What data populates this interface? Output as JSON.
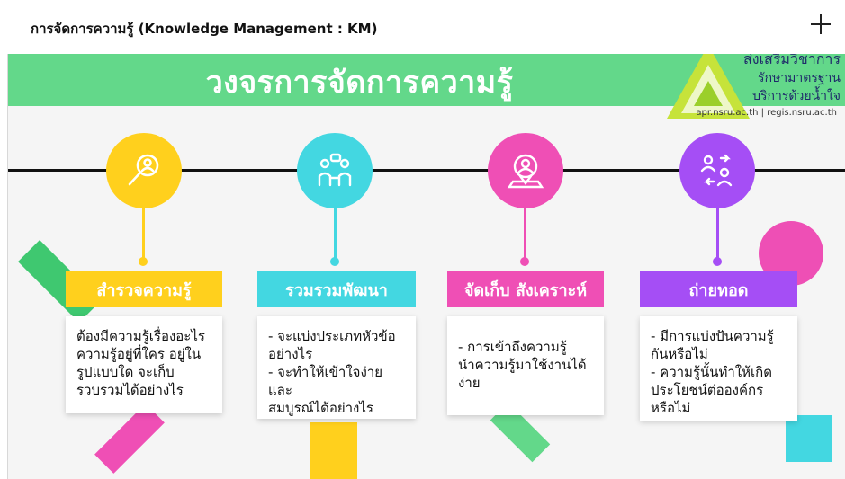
{
  "window": {
    "title": "การจัดการความรู้ (Knowledge Management : KM)",
    "plus_icon": "plus-icon"
  },
  "slide": {
    "banner_title": "วงจรการจัดการความรู้",
    "colors": {
      "banner": "#63d88a",
      "yellow": "#ffd01d",
      "cyan": "#43d7e1",
      "pink": "#ef4fb5",
      "purple": "#a54ef5",
      "timeline": "#111111"
    },
    "logo": {
      "line1": "ส่งเสริมวิชาการ",
      "line2": "รักษามาตรฐาน",
      "line3": "บริการด้วยน้ำใจ",
      "sites": "apr.nsru.ac.th  |  regis.nsru.ac.th"
    },
    "steps": [
      {
        "icon": "search-person-icon",
        "label": "สำรวจความรู้",
        "text": "ต้องมีความรู้เรื่องอะไร ความรู้อยู่ที่ใคร อยู่ใน รูปแบบใด จะเก็บ รวบรวมได้อย่างไร",
        "color": "#ffd01d"
      },
      {
        "icon": "discussion-icon",
        "label": "รวมรวมพัฒนา",
        "text": "- จะแบ่งประเภทหัวข้อ\nอย่างไร\n- จะทำให้เข้าใจง่ายและ\nสมบูรณ์ได้อย่างไร",
        "color": "#43d7e1"
      },
      {
        "icon": "location-person-icon",
        "label": "จัดเก็บ สังเคราะห์",
        "text": "- การเข้าถึงความรู้\nนำความรู้มาใช้งานได้\nง่าย",
        "color": "#ef4fb5"
      },
      {
        "icon": "exchange-people-icon",
        "label": "ถ่ายทอด",
        "text": "- มีการแบ่งปันความรู้\nกันหรือไม่\n- ความรู้นั้นทำให้เกิด\nประโยชน์ต่อองค์กร\nหรือไม่",
        "color": "#a54ef5"
      }
    ]
  }
}
